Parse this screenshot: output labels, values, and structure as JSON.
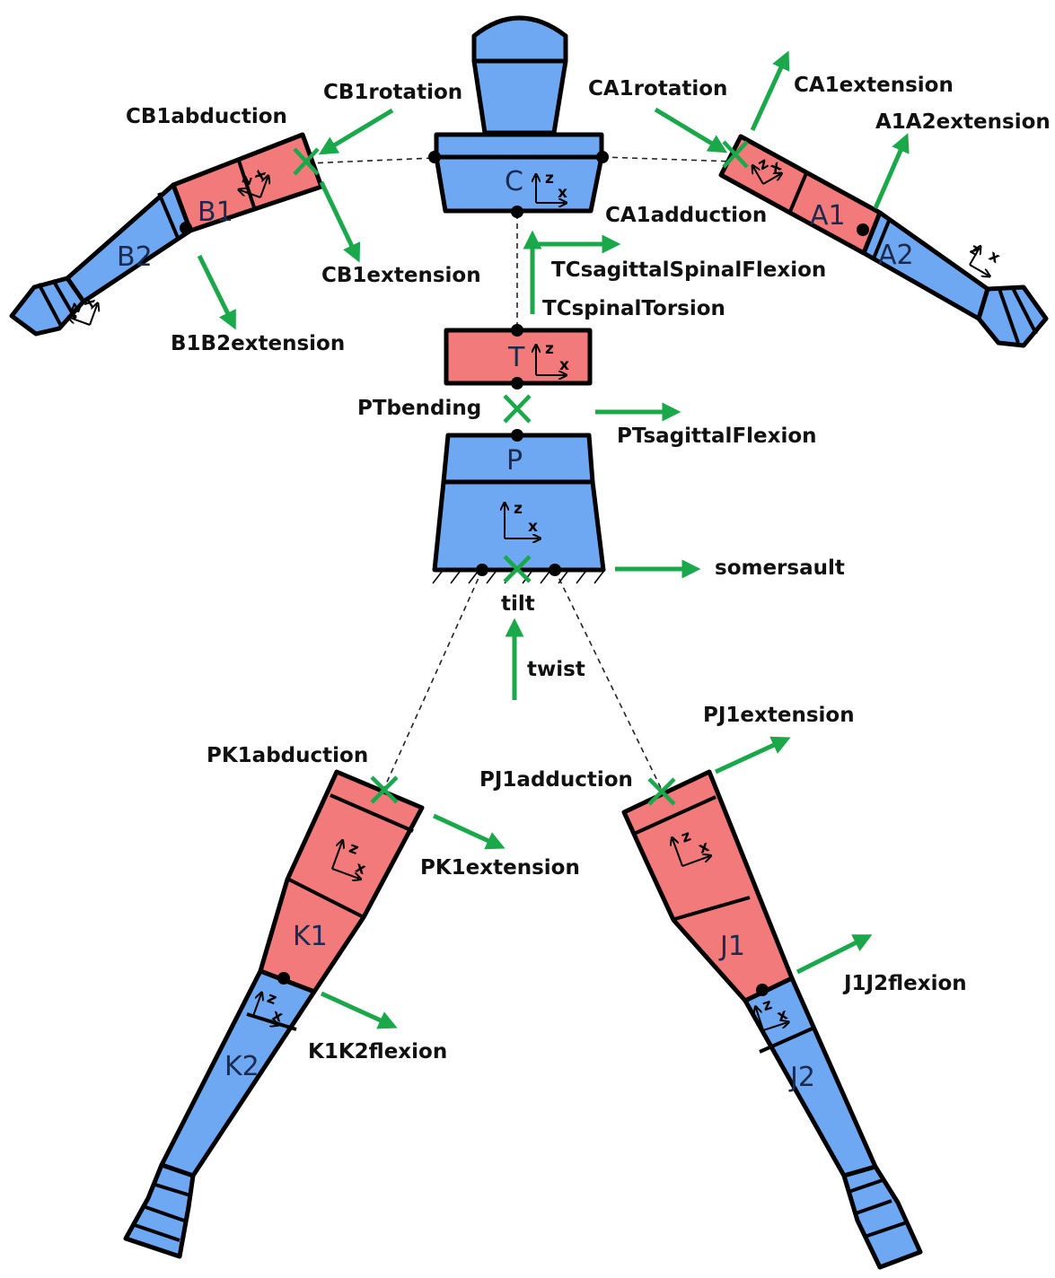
{
  "segments": {
    "C": "C",
    "T": "T",
    "P": "P",
    "A1": "A1",
    "A2": "A2",
    "B1": "B1",
    "B2": "B2",
    "J1": "J1",
    "J2": "J2",
    "K1": "K1",
    "K2": "K2"
  },
  "axes": {
    "z": "z",
    "x": "x"
  },
  "dofs": {
    "CB1rotation": "CB1rotation",
    "CB1abduction": "CB1abduction",
    "CB1extension": "CB1extension",
    "B1B2extension": "B1B2extension",
    "CA1rotation": "CA1rotation",
    "CA1extension": "CA1extension",
    "A1A2extension": "A1A2extension",
    "CA1adduction": "CA1adduction",
    "TCsagittalSpinalFlexion": "TCsagittalSpinalFlexion",
    "TCspinalTorsion": "TCspinalTorsion",
    "PTbending": "PTbending",
    "PTsagittalFlexion": "PTsagittalFlexion",
    "somersault": "somersault",
    "tilt": "tilt",
    "twist": "twist",
    "PK1abduction": "PK1abduction",
    "PK1extension": "PK1extension",
    "K1K2flexion": "K1K2flexion",
    "PJ1extension": "PJ1extension",
    "PJ1adduction": "PJ1adduction",
    "J1J2flexion": "J1J2flexion"
  },
  "colors": {
    "blue": "#6fa8f2",
    "red": "#f27a7a",
    "green": "#1aa84a"
  }
}
